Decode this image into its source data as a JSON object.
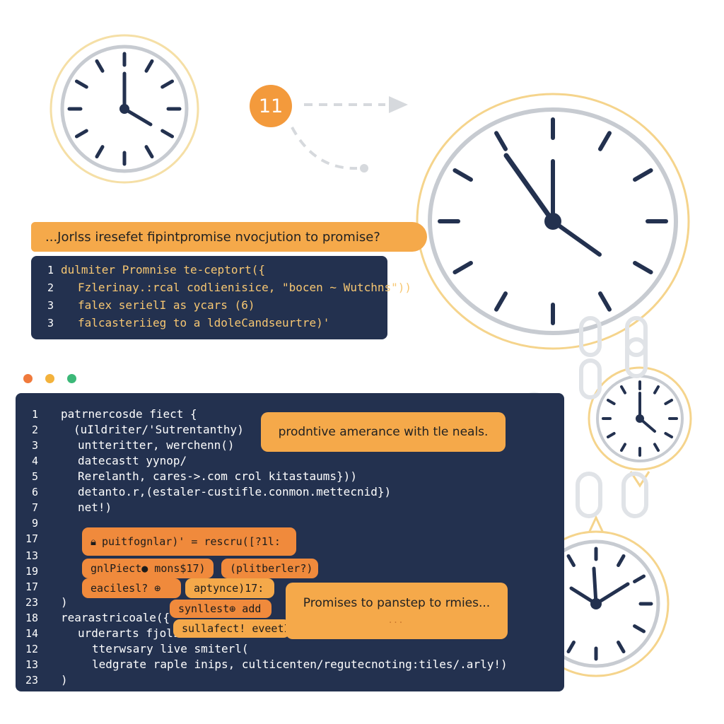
{
  "badge": {
    "number": "11"
  },
  "top_callout": {
    "text": "...Jorlss iresefet fipintpromise nvocjution to promise?"
  },
  "small_code": {
    "lines": [
      {
        "ln": "1",
        "text": "dulmiter Promnise te-ceptort({"
      },
      {
        "ln": "2",
        "text": "Fzlerinay.:rcal codlienisice, \"bocen ~ Wutchns\"))"
      },
      {
        "ln": "3",
        "text": "falex serielI as ycars (6)"
      },
      {
        "ln": "3",
        "text": "falcasteriieg to a ldoleCandseurtre)'"
      }
    ]
  },
  "large_code": {
    "lines": [
      {
        "ln": "1",
        "text": "patrnercosde fiect {"
      },
      {
        "ln": "2",
        "text": "(uIldriter/'Sutrentanthy)"
      },
      {
        "ln": "3",
        "text": "untteritter, werchenn()"
      },
      {
        "ln": "4",
        "text": "datecastt yynop/"
      },
      {
        "ln": "5",
        "text": "Rerelanth, cares->.com crol kitastaums}))"
      },
      {
        "ln": "6",
        "text": "detanto.r,(estaler-custifle.conmon.mettecnid})"
      },
      {
        "ln": "7",
        "text": "net!)"
      },
      {
        "ln": "9",
        "text": ""
      },
      {
        "ln": "17",
        "text": ""
      },
      {
        "ln": "13",
        "text": ""
      },
      {
        "ln": "19",
        "text": ""
      },
      {
        "ln": "17",
        "text": ""
      },
      {
        "ln": "23",
        "text": ")"
      },
      {
        "ln": "18",
        "text": "rearastricoale({"
      },
      {
        "ln": "14",
        "text": "urderarts fjols"
      },
      {
        "ln": "12",
        "text": "tterwsary live smiterl("
      },
      {
        "ln": "13",
        "text": "ledgrate raple inips, culticenten/regutecnoting:tiles/.arly!)"
      },
      {
        "ln": "23",
        "text": ")"
      }
    ]
  },
  "pills": {
    "p1": "puitfognlar)' = rescru([?1l:",
    "p2": "gnlPiect● mons$17)",
    "p3": "(plitberler?)",
    "p4": "eacilesl? ⊕",
    "p5": "aptynce)17:",
    "p6": "synllest⊕ add",
    "p7": "sullafect! eveetI"
  },
  "mid_callout": {
    "text": "prodntive amerance with tle neals."
  },
  "bottom_callout": {
    "text": "Promises to panstep to rmies...",
    "dots": "..."
  },
  "colors": {
    "accent_orange": "#f39a3c",
    "callout_orange": "#f5a94a",
    "code_bg": "#23314f",
    "clock_ring": "#f5d48c",
    "window_dot_red": "#f07a3c",
    "window_dot_yellow": "#f3b23c",
    "window_dot_green": "#3cb878"
  }
}
